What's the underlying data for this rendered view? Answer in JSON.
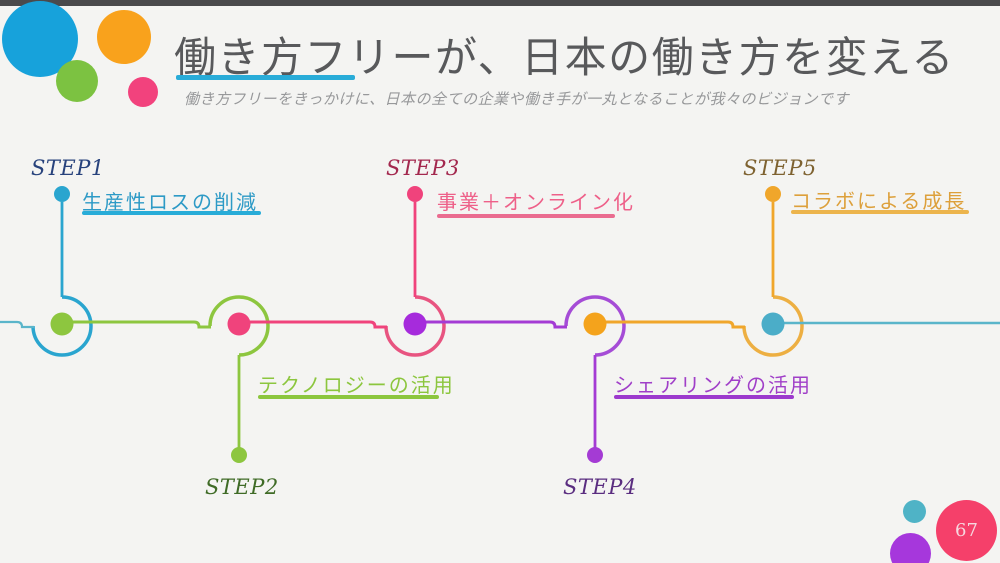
{
  "slide": {
    "title": "働き方フリーが、日本の働き方を変える",
    "subtitle": "働き方フリーをきっかけに、日本の全ての企業や働き手が一丸となることが我々のビジョンです",
    "page_number": "67",
    "background": "#F4F4F2",
    "top_bar_color": "#4A4A4C",
    "title_color": "#58595B",
    "title_underline_color": "#29ACD8",
    "subtitle_color": "#97989A"
  },
  "timeline": {
    "baseline_color": "#5AB5CA",
    "steps": [
      {
        "name": "STEP1",
        "label": "生産性ロスの削減",
        "position": "above",
        "stem_color": "#2AA5CF",
        "arc_color": "#2AA5CF",
        "node_dot_color": "#8DC63F",
        "label_color": "#2D9AC6",
        "underline_color": "#28ACD8",
        "name_color": "#27427C"
      },
      {
        "name": "STEP2",
        "label": "テクノロジーの活用",
        "position": "below",
        "stem_color": "#8DC63F",
        "arc_color": "#8DC63F",
        "node_dot_color": "#F0437C",
        "label_color": "#8CC63E",
        "underline_color": "#8CC63E",
        "name_color": "#3F6B26"
      },
      {
        "name": "STEP3",
        "label": "事業＋オンライン化",
        "position": "above",
        "stem_color": "#F0437C",
        "arc_color": "#E85480",
        "node_dot_color": "#A62BDC",
        "label_color": "#EE6089",
        "underline_color": "#EA6C90",
        "name_color": "#A3284E"
      },
      {
        "name": "STEP4",
        "label": "シェアリングの活用",
        "position": "below",
        "stem_color": "#A43BD4",
        "arc_color": "#A54CD6",
        "node_dot_color": "#F4A31C",
        "label_color": "#A03FC8",
        "underline_color": "#9C3ACD",
        "name_color": "#5A2D80"
      },
      {
        "name": "STEP5",
        "label": "コラボによる成長",
        "position": "above",
        "stem_color": "#F0A62B",
        "arc_color": "#EDAF42",
        "node_dot_color": "#4BADC8",
        "label_color": "#DDA03B",
        "underline_color": "#ECB44C",
        "name_color": "#7E6230"
      }
    ]
  },
  "decor": {
    "top_left_circles": [
      {
        "name": "blue",
        "color": "#17A2DB"
      },
      {
        "name": "orange",
        "color": "#F9A21C"
      },
      {
        "name": "green",
        "color": "#7CC241"
      },
      {
        "name": "pink",
        "color": "#F2427D"
      }
    ],
    "bottom_right_circles": [
      {
        "name": "teal",
        "color": "#4FB3C6"
      },
      {
        "name": "purple",
        "color": "#A637DC"
      },
      {
        "name": "red",
        "color": "#F5406A"
      }
    ]
  }
}
